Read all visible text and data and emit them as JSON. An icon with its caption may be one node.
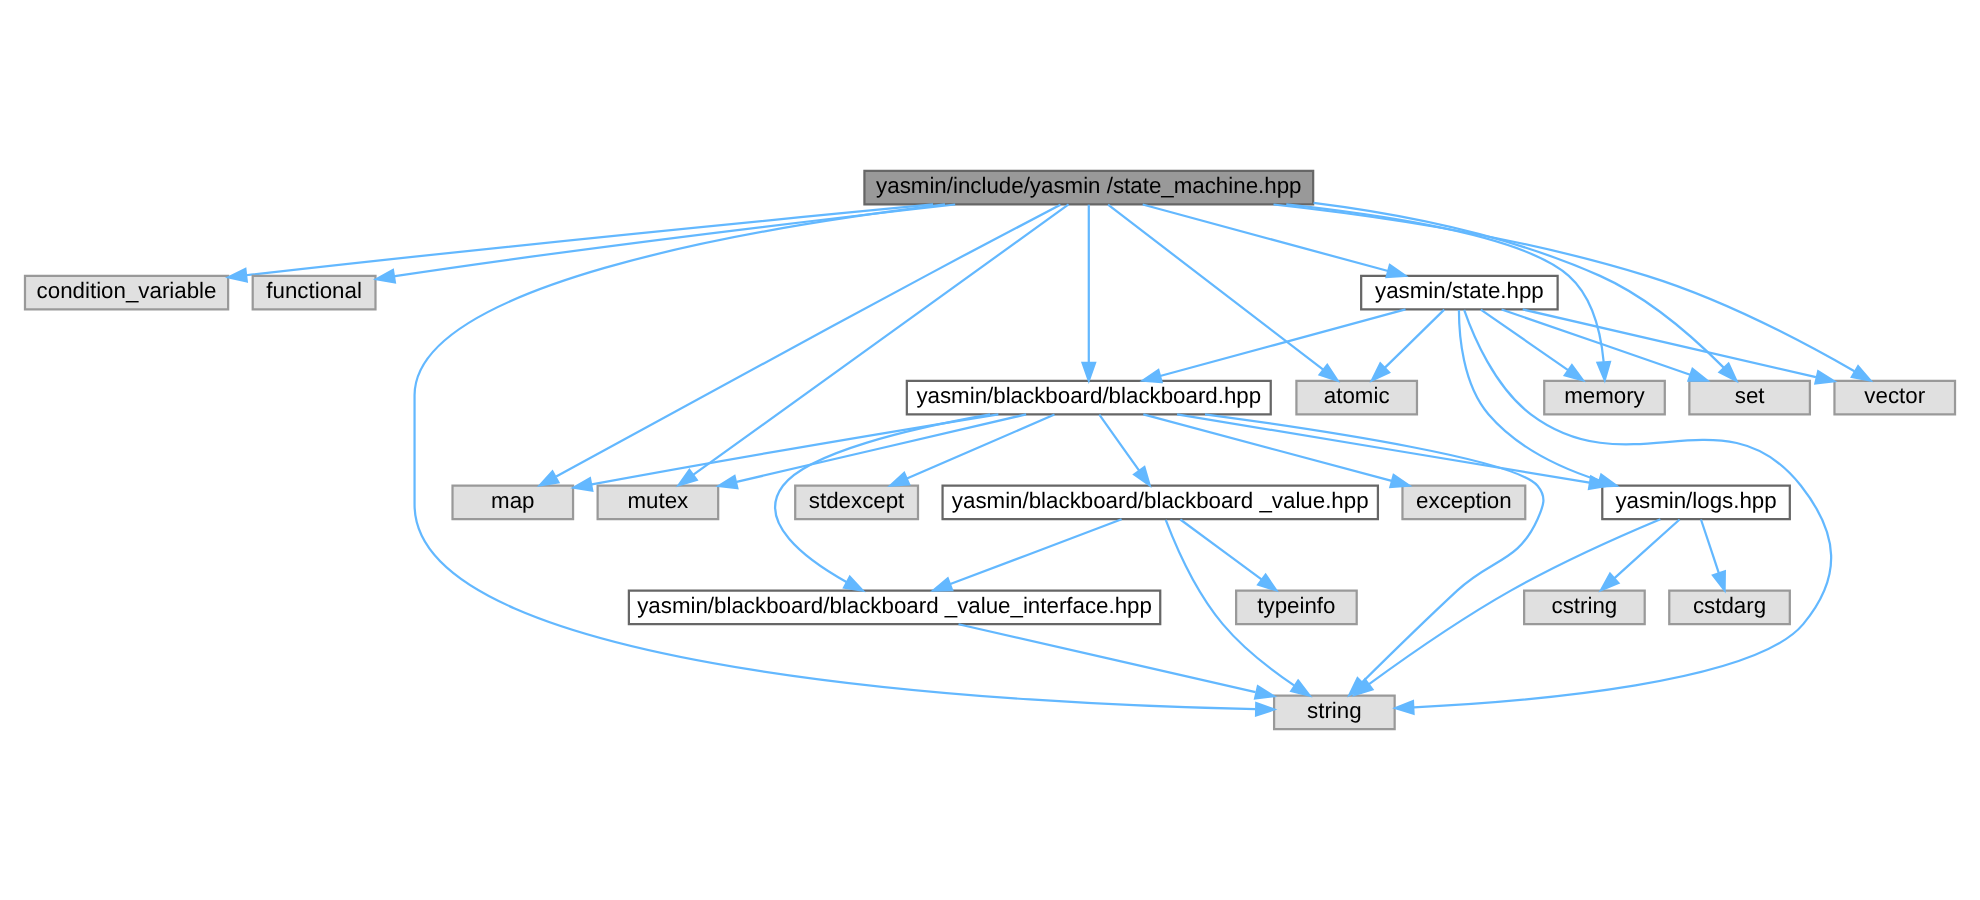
{
  "diagram": {
    "nodes": [
      {
        "text": [
          "yasmin/include/yasmin /state_machine.hpp"
        ]
      },
      {
        "text": [
          "condition_variable"
        ]
      },
      {
        "text": [
          "functional"
        ]
      },
      {
        "text": [
          "yasmin/state.hpp"
        ]
      },
      {
        "text": [
          "yasmin/blackboard/blackboard.hpp"
        ]
      },
      {
        "text": [
          "atomic"
        ]
      },
      {
        "text": [
          "memory"
        ]
      },
      {
        "text": [
          "set"
        ]
      },
      {
        "text": [
          "vector"
        ]
      },
      {
        "text": [
          "map"
        ]
      },
      {
        "text": [
          "mutex"
        ]
      },
      {
        "text": [
          "yasmin/blackboard/blackboard _value.hpp"
        ]
      },
      {
        "text": [
          "exception"
        ]
      },
      {
        "text": [
          "stdexcept"
        ]
      },
      {
        "text": [
          "yasmin/logs.hpp"
        ]
      },
      {
        "text": [
          "yasmin/blackboard/blackboard _value_interface.hpp"
        ]
      },
      {
        "text": [
          "typeinfo"
        ]
      },
      {
        "text": [
          "cstring"
        ]
      },
      {
        "text": [
          "cstdarg"
        ]
      },
      {
        "text": [
          "string"
        ]
      }
    ],
    "edges": [
      {
        "from": 0,
        "to": 9,
        "arrow": "to"
      },
      {
        "from": 0,
        "to": 1,
        "arrow": "to"
      },
      {
        "from": 0,
        "to": 2,
        "arrow": "to"
      },
      {
        "from": 0,
        "to": 10,
        "arrow": "to"
      },
      {
        "from": 0,
        "to": 4,
        "arrow": "to"
      },
      {
        "from": 0,
        "to": 5,
        "arrow": "to"
      },
      {
        "from": 0,
        "to": 6,
        "arrow": "to"
      },
      {
        "from": 0,
        "to": 3,
        "arrow": "to"
      },
      {
        "from": 0,
        "to": 7,
        "arrow": "to"
      },
      {
        "from": 0,
        "to": 8,
        "arrow": "to"
      },
      {
        "from": 0,
        "to": 19,
        "arrow": "to"
      },
      {
        "from": 3,
        "to": 4,
        "arrow": "to"
      },
      {
        "from": 3,
        "to": 5,
        "arrow": "to"
      },
      {
        "from": 3,
        "to": 6,
        "arrow": "to"
      },
      {
        "from": 3,
        "to": 7,
        "arrow": "to"
      },
      {
        "from": 3,
        "to": 8,
        "arrow": "to"
      },
      {
        "from": 3,
        "to": 14,
        "arrow": "to"
      },
      {
        "from": 3,
        "to": 19,
        "arrow": "to"
      },
      {
        "from": 4,
        "to": 9,
        "arrow": "to"
      },
      {
        "from": 4,
        "to": 10,
        "arrow": "to"
      },
      {
        "from": 4,
        "to": 19,
        "arrow": "to"
      },
      {
        "from": 4,
        "to": 15,
        "arrow": "to"
      },
      {
        "from": 4,
        "to": 11,
        "arrow": "to"
      },
      {
        "from": 4,
        "to": 12,
        "arrow": "to"
      },
      {
        "from": 4,
        "to": 13,
        "arrow": "to"
      },
      {
        "from": 4,
        "to": 14,
        "arrow": "to"
      },
      {
        "from": 11,
        "to": 15,
        "arrow": "to"
      },
      {
        "from": 11,
        "to": 16,
        "arrow": "to"
      },
      {
        "from": 11,
        "to": 19,
        "arrow": "to"
      },
      {
        "from": 15,
        "to": 19,
        "arrow": "to"
      },
      {
        "from": 14,
        "to": 17,
        "arrow": "to"
      },
      {
        "from": 14,
        "to": 18,
        "arrow": "to"
      },
      {
        "from": 14,
        "to": 19,
        "arrow": "to"
      }
    ]
  }
}
